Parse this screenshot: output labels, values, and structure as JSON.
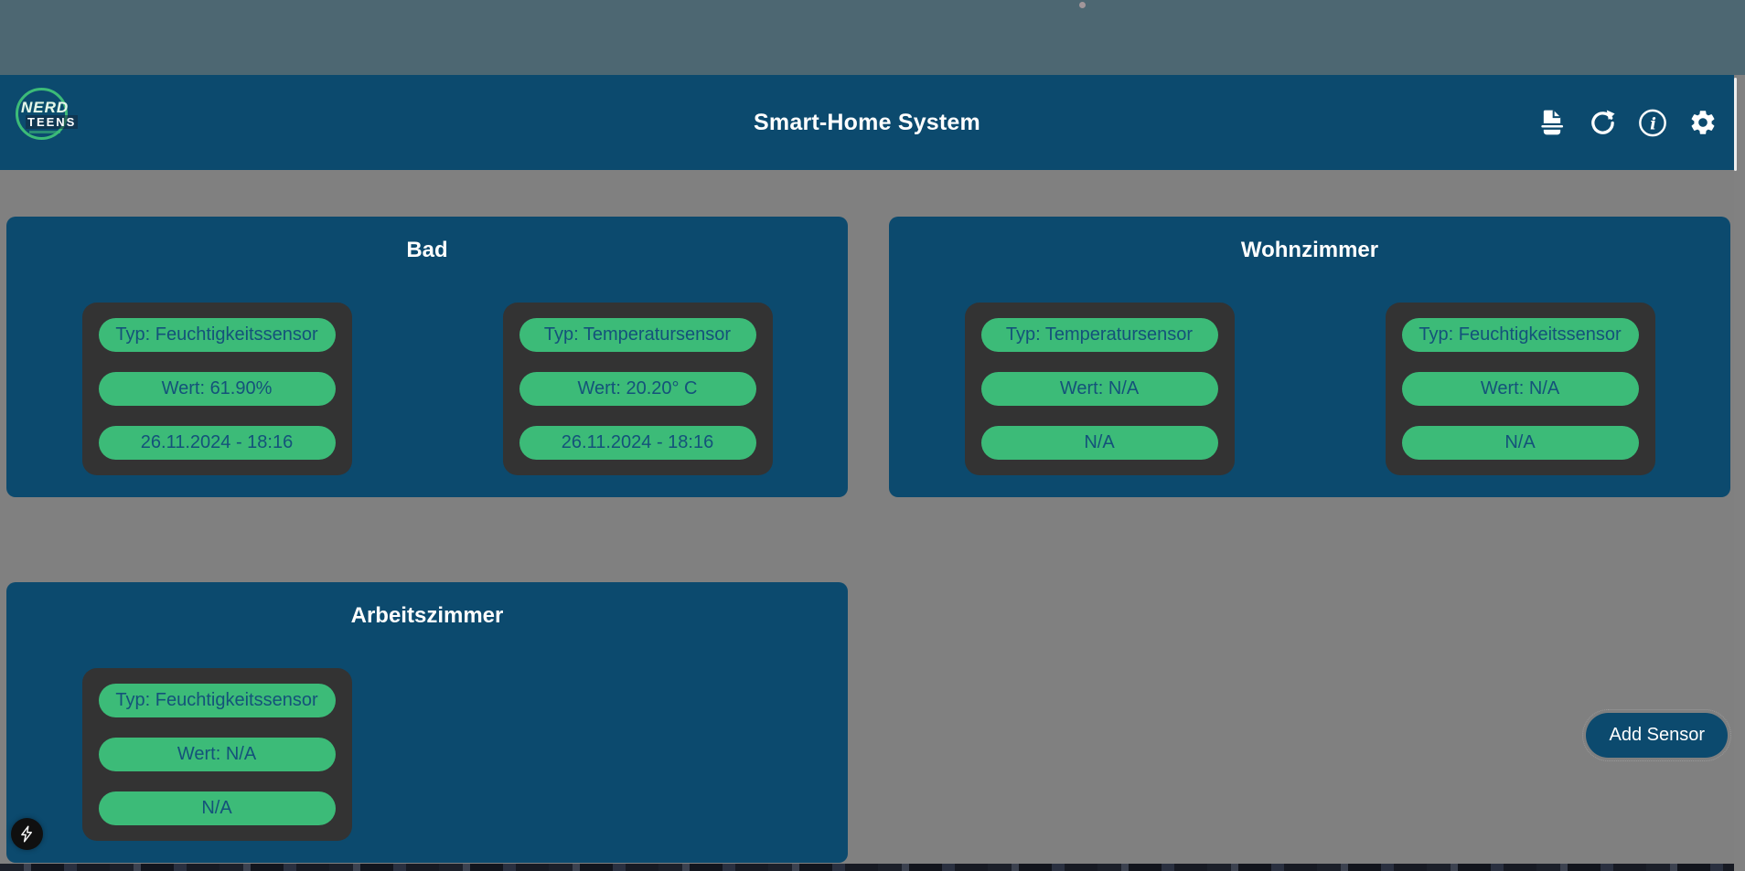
{
  "colors": {
    "top_band": "#4d6772",
    "primary_blue": "#0c4a6e",
    "background_gray": "#808080",
    "pill_green": "#3cbb78",
    "pill_text_blue": "#14527a",
    "sensor_box_dark": "#333333",
    "icon_white": "#ffffff"
  },
  "header": {
    "title": "Smart-Home System",
    "logo": {
      "line1": "NERD",
      "line2": "TEENS"
    },
    "icons": [
      "document-scan-icon",
      "refresh-icon",
      "info-icon",
      "settings-gear-icon"
    ]
  },
  "rooms": [
    {
      "name": "Bad",
      "sensors": [
        {
          "type_label": "Typ: Feuchtigkeitssensor",
          "value_label": "Wert: 61.90%",
          "timestamp_label": "26.11.2024 - 18:16"
        },
        {
          "type_label": "Typ: Temperatursensor",
          "value_label": "Wert: 20.20° C",
          "timestamp_label": "26.11.2024 - 18:16"
        }
      ]
    },
    {
      "name": "Wohnzimmer",
      "sensors": [
        {
          "type_label": "Typ: Temperatursensor",
          "value_label": "Wert: N/A",
          "timestamp_label": "N/A"
        },
        {
          "type_label": "Typ: Feuchtigkeitssensor",
          "value_label": "Wert: N/A",
          "timestamp_label": "N/A"
        }
      ]
    },
    {
      "name": "Arbeitszimmer",
      "sensors": [
        {
          "type_label": "Typ: Feuchtigkeitssensor",
          "value_label": "Wert: N/A",
          "timestamp_label": "N/A"
        }
      ]
    }
  ],
  "fab": {
    "label": "Add Sensor"
  }
}
